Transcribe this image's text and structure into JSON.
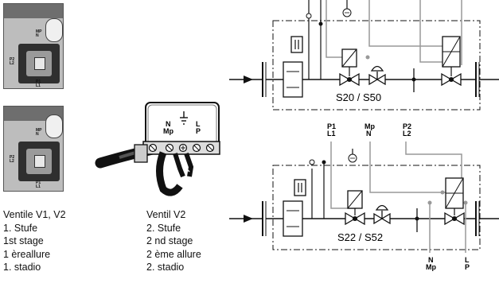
{
  "photos": [
    {
      "mp_n": "MP\nN",
      "p2_l2": "P2\nL2",
      "p1_l1": "P1\nL1"
    },
    {
      "mp_n": "MP\nN",
      "p2_l2": "P2\nL2",
      "p1_l1": "P1\nL1"
    }
  ],
  "connector": {
    "n_mp": "N\nMp",
    "l_p": "L\nP"
  },
  "captions": {
    "left": [
      "Ventile V1, V2",
      "1. Stufe",
      "1st stage",
      "1 èreallure",
      "1. stadio"
    ],
    "right": [
      "Ventil V2",
      "2. Stufe",
      "2 nd stage",
      "2 ème allure",
      "2. stadio"
    ]
  },
  "schematics": {
    "top": {
      "model": "S20 / S50"
    },
    "bottom": {
      "model": "S22 / S52",
      "terminal_p1_l1": "P1\nL1",
      "terminal_mp_n": "Mp\nN",
      "terminal_p2_l2": "P2\nL2",
      "bottom_n_mp": "N\nMp",
      "bottom_l_p": "L\nP"
    }
  },
  "colors": {
    "line": "#111111",
    "wire": "#999999",
    "photo_dark": "#2f2f2f"
  }
}
